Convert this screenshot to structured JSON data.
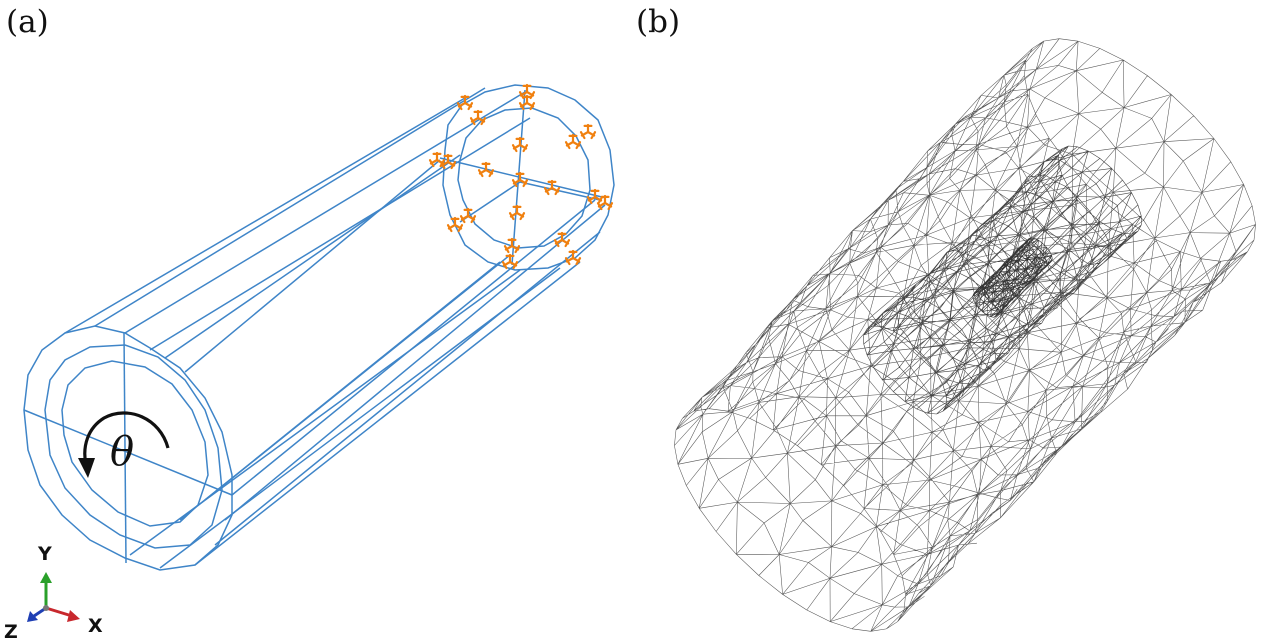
{
  "panels": {
    "a": {
      "label": "(a)",
      "symbol": "θ"
    },
    "b": {
      "label": "(b)"
    }
  },
  "triad": {
    "y": "Y",
    "x": "X",
    "z": "Z"
  },
  "colors": {
    "geometry": "#3f85c8",
    "boundary_condition": "#f0800f",
    "mesh": "#555555",
    "axis_x": "#c8282d",
    "axis_y": "#2aa02a",
    "axis_z": "#1f3fb4"
  }
}
